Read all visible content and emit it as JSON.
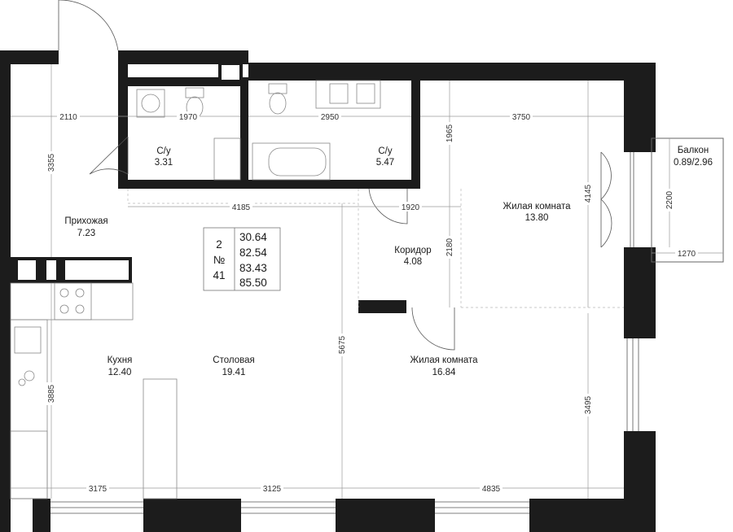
{
  "rooms": {
    "hallway": {
      "name": "Прихожая",
      "area": "7.23"
    },
    "bath1": {
      "name": "С/у",
      "area": "3.31"
    },
    "bath2": {
      "name": "С/у",
      "area": "5.47"
    },
    "living1": {
      "name": "Жилая комната",
      "area": "13.80"
    },
    "balcony": {
      "name": "Балкон",
      "area": "0.89/2.96"
    },
    "corridor": {
      "name": "Коридор",
      "area": "4.08"
    },
    "kitchen": {
      "name": "Кухня",
      "area": "12.40"
    },
    "dining": {
      "name": "Столовая",
      "area": "19.41"
    },
    "living2": {
      "name": "Жилая комната",
      "area": "16.84"
    }
  },
  "infobox": {
    "rooms_count": "2",
    "number_sign": "№",
    "apartment_number": "41",
    "areas": [
      "30.64",
      "82.54",
      "83.43",
      "85.50"
    ]
  },
  "dimensions": {
    "d2110": "2110",
    "d1970": "1970",
    "d2950": "2950",
    "d3750": "3750",
    "d3355": "3355",
    "d1965": "1965",
    "d4185": "4185",
    "d1920": "1920",
    "d2180": "2180",
    "d4145": "4145",
    "d2200": "2200",
    "d1270": "1270",
    "d5675": "5675",
    "d3885": "3885",
    "d3495": "3495",
    "d3175": "3175",
    "d3125": "3125",
    "d4835": "4835"
  }
}
